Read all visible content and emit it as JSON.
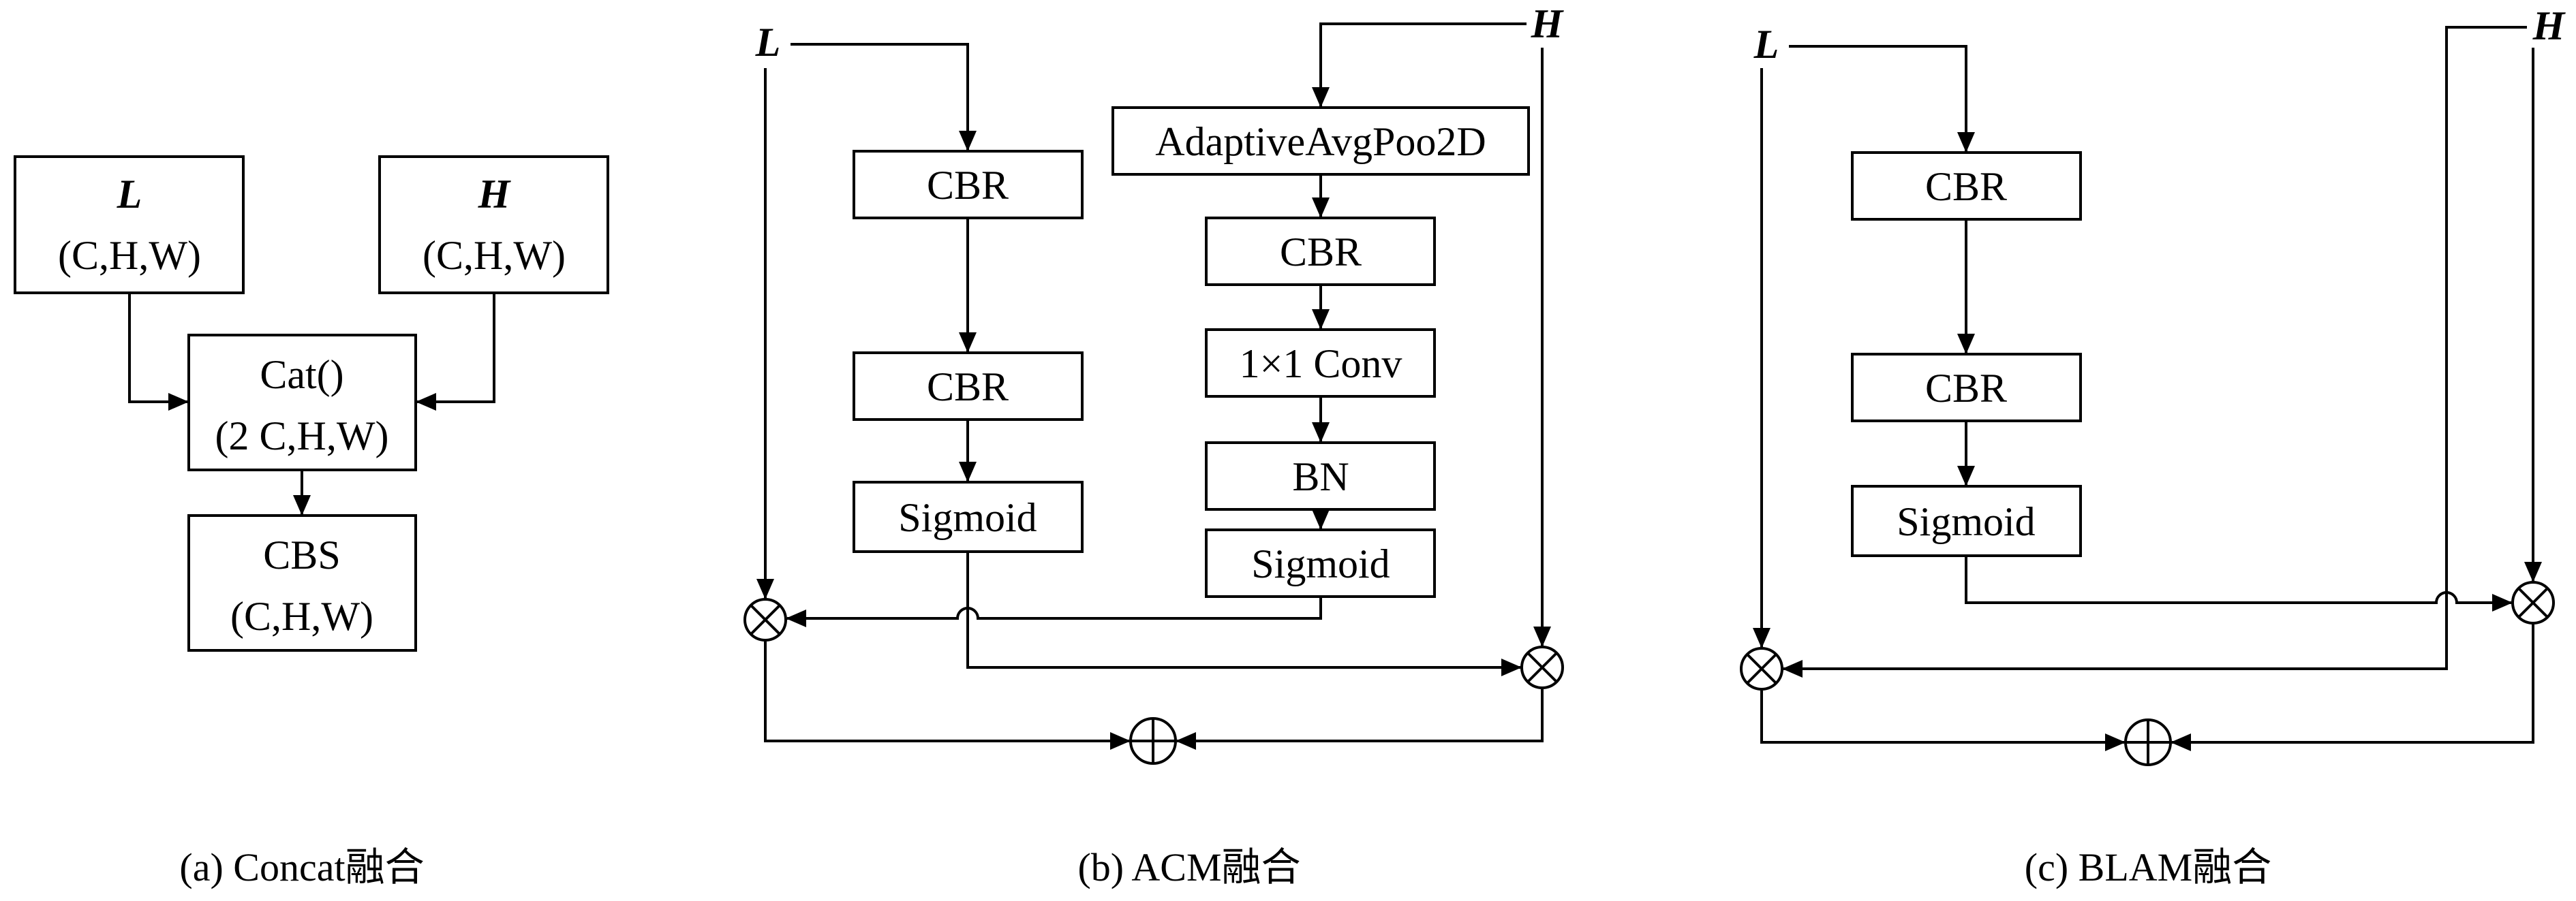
{
  "panel_a": {
    "nodes": {
      "L": {
        "line1": "L",
        "line2": "(C,H,W)"
      },
      "H": {
        "line1": "H",
        "line2": "(C,H,W)"
      },
      "cat": {
        "line1": "Cat()",
        "line2": "(2 C,H,W)"
      },
      "cbs": {
        "line1": "CBS",
        "line2": "(C,H,W)"
      }
    },
    "caption": "(a) Concat融合"
  },
  "panel_b": {
    "input_l": "L",
    "input_h": "H",
    "left": [
      "CBR",
      "CBR",
      "Sigmoid"
    ],
    "right": [
      "AdaptiveAvgPoo2D",
      "CBR",
      "1×1 Conv",
      "BN",
      "Sigmoid"
    ],
    "caption": "(b) ACM融合"
  },
  "panel_c": {
    "input_l": "L",
    "input_h": "H",
    "nodes": [
      "CBR",
      "CBR",
      "Sigmoid"
    ],
    "caption": "(c) BLAM融合"
  }
}
